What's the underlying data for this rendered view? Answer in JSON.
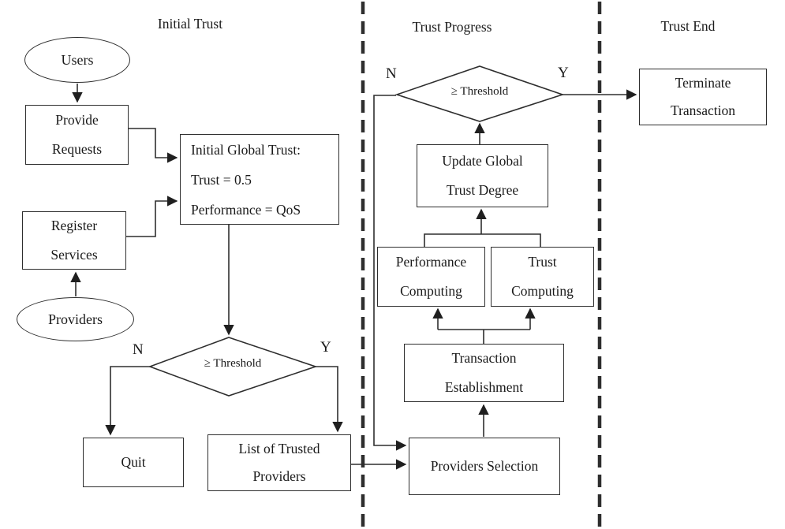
{
  "sections": [
    {
      "title": "Initial Trust"
    },
    {
      "title": "Trust Progress"
    },
    {
      "title": "Trust End"
    }
  ],
  "nodes": {
    "users": {
      "label": "Users"
    },
    "provide_requests": {
      "lines": [
        "Provide",
        "Requests"
      ]
    },
    "initial_global_trust": {
      "lines": [
        "Initial Global Trust:",
        "Trust = 0.5",
        "Performance = QoS"
      ]
    },
    "register_services": {
      "lines": [
        "Register",
        "Services"
      ]
    },
    "providers": {
      "label": "Providers"
    },
    "threshold_decision_initial": {
      "label": "≥ Threshold",
      "no_label": "N",
      "yes_label": "Y"
    },
    "quit": {
      "label": "Quit"
    },
    "list_of_trusted_providers": {
      "lines": [
        "List of Trusted",
        "Providers"
      ]
    },
    "threshold_decision_progress": {
      "label": "≥ Threshold",
      "no_label": "N",
      "yes_label": "Y"
    },
    "update_global_trust_degree": {
      "lines": [
        "Update Global",
        "Trust Degree"
      ]
    },
    "performance_computing": {
      "lines": [
        "Performance",
        "Computing"
      ]
    },
    "trust_computing": {
      "lines": [
        "Trust",
        "Computing"
      ]
    },
    "transaction_establishment": {
      "lines": [
        "Transaction",
        "Establishment"
      ]
    },
    "providers_selection": {
      "label": "Providers Selection"
    },
    "terminate_transaction": {
      "lines": [
        "Terminate",
        "Transaction"
      ]
    }
  },
  "colors": {
    "stroke": "#2e2e2e",
    "background": "#ffffff"
  }
}
